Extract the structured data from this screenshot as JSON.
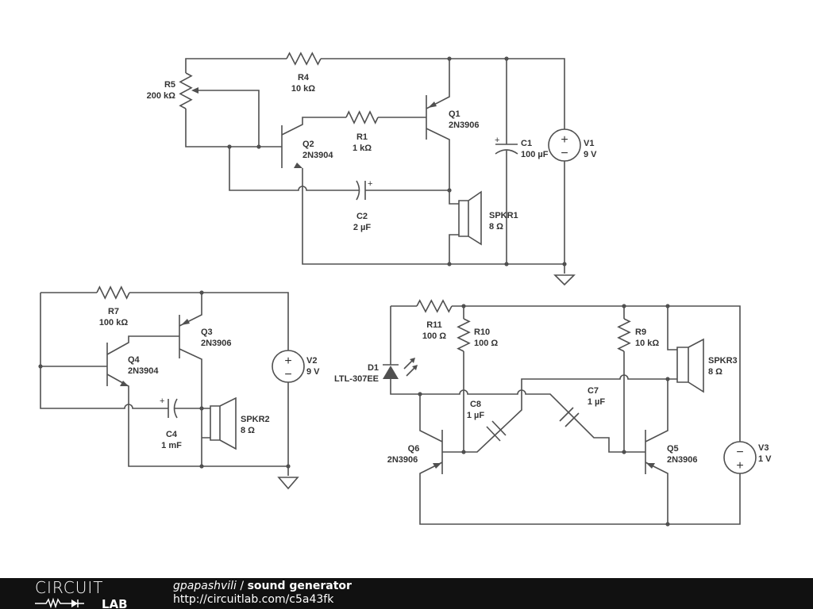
{
  "circuit1": {
    "R4": {
      "name": "R4",
      "value": "10 kΩ"
    },
    "R5": {
      "name": "R5",
      "value": "200 kΩ"
    },
    "R1": {
      "name": "R1",
      "value": "1 kΩ"
    },
    "Q1": {
      "name": "Q1",
      "value": "2N3906"
    },
    "Q2": {
      "name": "Q2",
      "value": "2N3904"
    },
    "C1": {
      "name": "C1",
      "value": "100 µF"
    },
    "C2": {
      "name": "C2",
      "value": "2 µF"
    },
    "V1": {
      "name": "V1",
      "value": "9 V"
    },
    "SPKR1": {
      "name": "SPKR1",
      "value": "8 Ω"
    }
  },
  "circuit2": {
    "R7": {
      "name": "R7",
      "value": "100 kΩ"
    },
    "Q3": {
      "name": "Q3",
      "value": "2N3906"
    },
    "Q4": {
      "name": "Q4",
      "value": "2N3904"
    },
    "V2": {
      "name": "V2",
      "value": "9 V"
    },
    "C4": {
      "name": "C4",
      "value": "1 mF"
    },
    "SPKR2": {
      "name": "SPKR2",
      "value": "8 Ω"
    }
  },
  "circuit3": {
    "R11": {
      "name": "R11",
      "value": "100 Ω"
    },
    "R10": {
      "name": "R10",
      "value": "100 Ω"
    },
    "R9": {
      "name": "R9",
      "value": "10 kΩ"
    },
    "D1": {
      "name": "D1",
      "value": "LTL-307EE"
    },
    "C8": {
      "name": "C8",
      "value": "1 µF"
    },
    "C7": {
      "name": "C7",
      "value": "1 µF"
    },
    "Q6": {
      "name": "Q6",
      "value": "2N3906"
    },
    "Q5": {
      "name": "Q5",
      "value": "2N3906"
    },
    "SPKR3": {
      "name": "SPKR3",
      "value": "8 Ω"
    },
    "V3": {
      "name": "V3",
      "value": "1 V"
    }
  },
  "symbols": {
    "plus": "+",
    "minus": "−"
  },
  "footer": {
    "logo_top": "CIRCUIT",
    "logo_bottom": "LAB",
    "user": "gpapashvili",
    "separator": " / ",
    "title": "sound generator",
    "url": "http://circuitlab.com/c5a43fk"
  }
}
